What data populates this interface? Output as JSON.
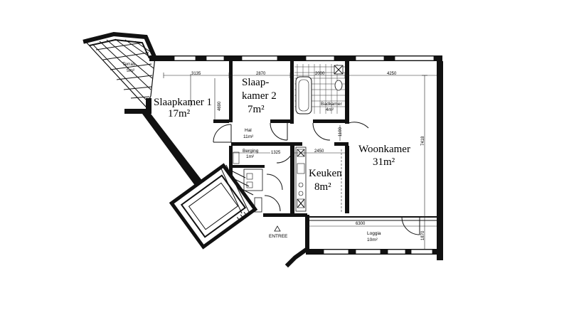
{
  "rooms": {
    "slaapkamer1": {
      "name": "Slaapkamer 1",
      "area": "17m²"
    },
    "slaapkamer2": {
      "name_line1": "Slaap-",
      "name_line2": "kamer 2",
      "area": "7m²"
    },
    "woonkamer": {
      "name": "Woonkamer",
      "area": "31m²"
    },
    "keuken": {
      "name": "Keuken",
      "area": "8m²"
    },
    "hal": {
      "name": "Hal",
      "area": "11m²"
    },
    "berging": {
      "name": "Berging",
      "area": "1m²"
    },
    "loggia": {
      "name": "Loggia",
      "area": "10m²"
    },
    "terras": {
      "name": "Terras",
      "area": "5m²"
    },
    "badkamer": {
      "name": "Badkamer",
      "area": "4m²"
    }
  },
  "entrance_label": "ENTREE",
  "dimensions": {
    "d3135": "3135",
    "d2870": "2870",
    "d2000": "2000",
    "d4250": "4250",
    "d7418": "7418",
    "d4690": "4690",
    "d1325": "1325",
    "d2450": "2450",
    "d6300": "6300",
    "d1870": "1870",
    "d1100": "1100"
  }
}
